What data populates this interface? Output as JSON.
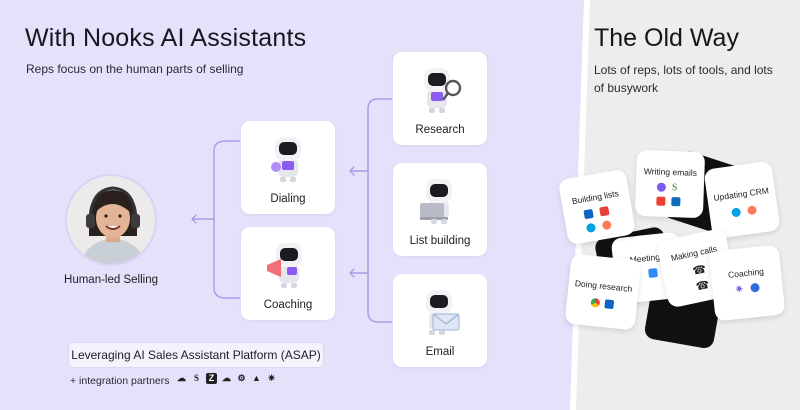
{
  "left": {
    "title": "With Nooks AI Assistants",
    "subtitle": "Reps focus on the human parts of selling",
    "human_label": "Human-led Selling",
    "middle_cards": [
      {
        "label": "Dialing"
      },
      {
        "label": "Coaching"
      }
    ],
    "right_cards": [
      {
        "label": "Research"
      },
      {
        "label": "List building"
      },
      {
        "label": "Email"
      }
    ],
    "asap": "Leveraging AI Sales Assistant Platform (ASAP)",
    "partners_label": "+ integration partners",
    "partner_icons": [
      "cloud-icon",
      "s-logo-icon",
      "z-logo-icon",
      "salesforce-icon",
      "hubspot-icon",
      "gong-icon",
      "starburst-icon"
    ]
  },
  "right": {
    "title": "The Old Way",
    "subtitle": "Lots of reps, lots of tools, and lots of busywork",
    "tiles": [
      {
        "label": "Writing emails"
      },
      {
        "label": "Building lists"
      },
      {
        "label": "Updating CRM"
      },
      {
        "label": "Meetings"
      },
      {
        "label": "Making calls"
      },
      {
        "label": "Doing research"
      },
      {
        "label": "Coaching"
      }
    ]
  },
  "colors": {
    "left_bg": "#e5e1fb",
    "right_bg": "#ededed",
    "accent": "#7b5cf0",
    "connector": "#a99be8"
  }
}
